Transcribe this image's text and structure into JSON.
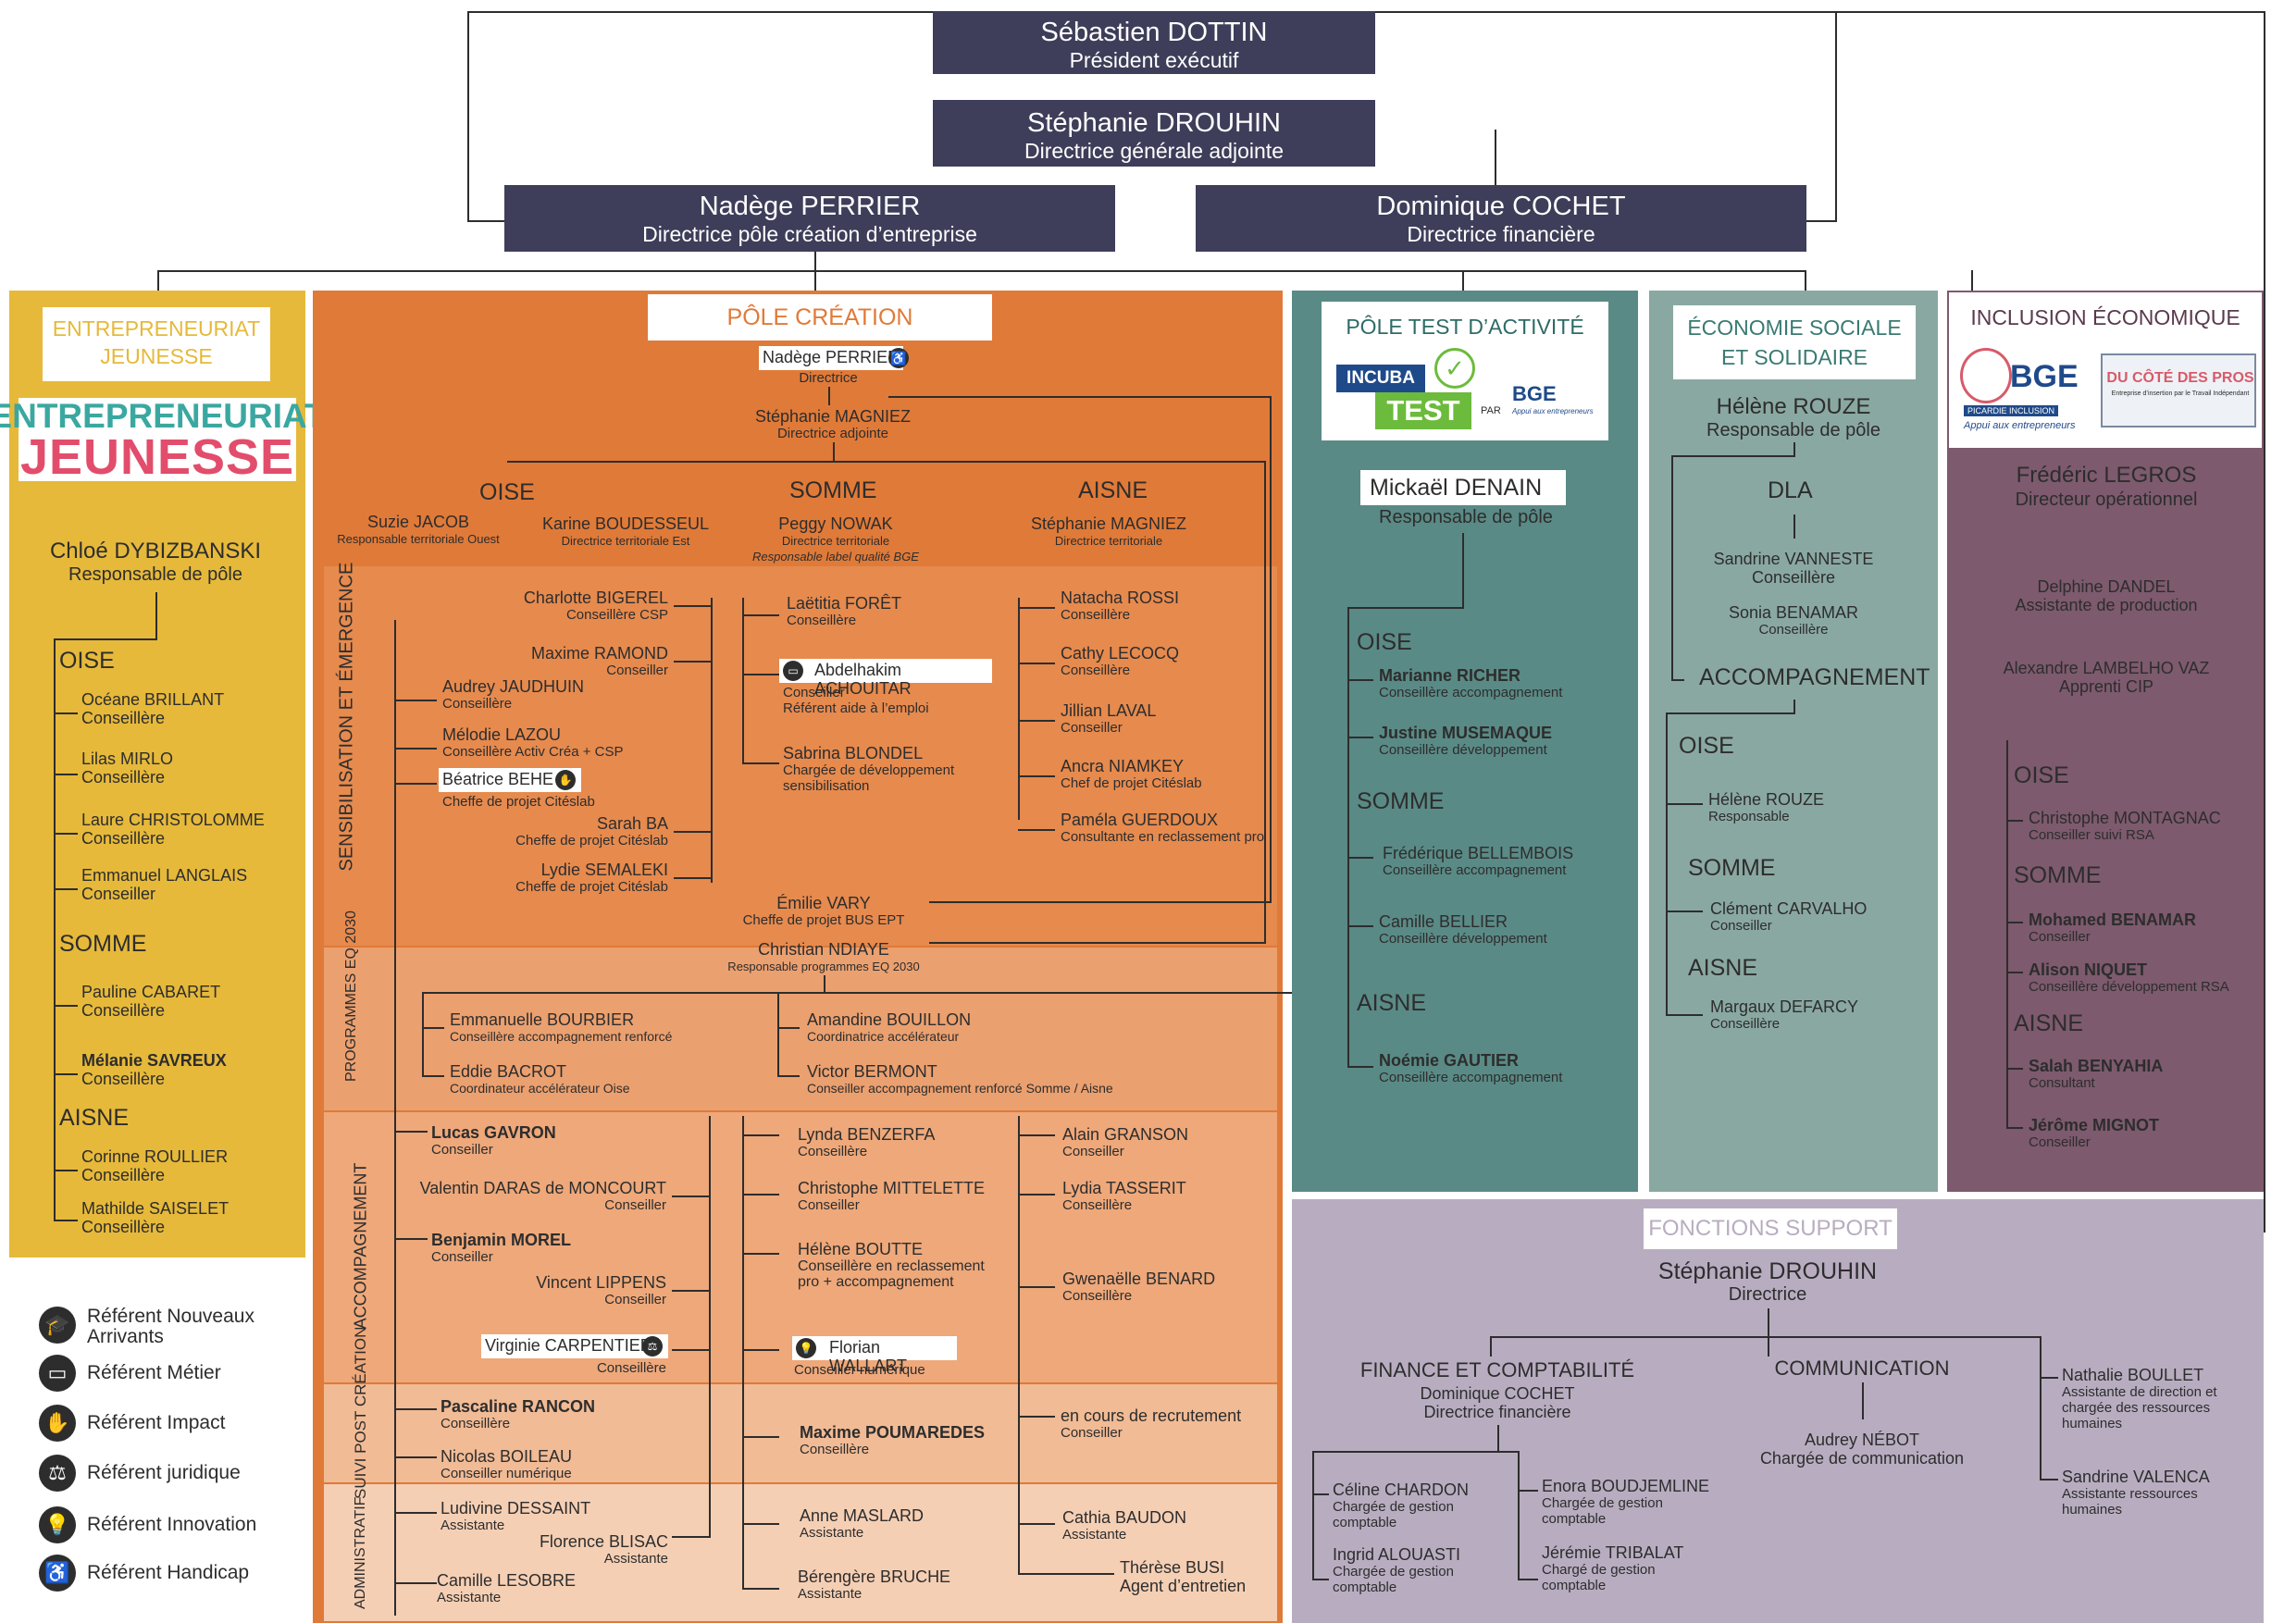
{
  "top": {
    "president": {
      "name": "Sébastien DOTTIN",
      "role": "Président exécutif"
    },
    "dga": {
      "name": "Stéphanie DROUHIN",
      "role": "Directrice générale adjointe"
    },
    "perrier": {
      "name": "Nadège PERRIER",
      "role": "Directrice pôle création d’entreprise"
    },
    "cochet": {
      "name": "Dominique COCHET",
      "role": "Directrice financière"
    }
  },
  "jeunesse": {
    "title": "ENTREPRENEURIAT\nJEUNESSE",
    "logo_line1": "ENTREPRENEURIAT",
    "logo_line2": "JEUNESSE",
    "head": {
      "name": "Chloé DYBIZBANSKI",
      "role": "Responsable de pôle"
    },
    "oise": "OISE",
    "somme": "SOMME",
    "aisne": "AISNE",
    "people": [
      {
        "name": "Océane BRILLANT",
        "role": "Conseillère"
      },
      {
        "name": "Lilas MIRLO",
        "role": "Conseillère"
      },
      {
        "name": "Laure CHRISTOLOMME",
        "role": "Conseillère"
      },
      {
        "name": "Emmanuel LANGLAIS",
        "role": "Conseiller"
      },
      {
        "name": "Pauline CABARET",
        "role": "Conseillère"
      },
      {
        "name": "Mélanie SAVREUX",
        "role": "Conseillère"
      },
      {
        "name": "Corinne ROULLIER",
        "role": "Conseillère"
      },
      {
        "name": "Mathilde SAISELET",
        "role": "Conseillère"
      }
    ]
  },
  "creation": {
    "title": "PÔLE CRÉATION D’ENTREPRISE",
    "director": {
      "name": "Nadège PERRIER",
      "role": "Directrice"
    },
    "adjointe": {
      "name": "Stéphanie MAGNIEZ",
      "role": "Directrice adjointe"
    },
    "oise": "OISE",
    "somme": "SOMME",
    "aisne": "AISNE",
    "jacob": {
      "name": "Suzie JACOB",
      "role": "Responsable territoriale Ouest"
    },
    "boudesseul": {
      "name": "Karine BOUDESSEUL",
      "role": "Directrice territoriale Est"
    },
    "nowak": {
      "name": "Peggy NOWAK",
      "role": "Directrice territoriale",
      "extra": "Responsable label qualité BGE"
    },
    "magniez2": {
      "name": "Stéphanie MAGNIEZ",
      "role": "Directrice territoriale"
    },
    "sections": {
      "sens": "SENSIBILISATION ET ÉMERGENCE",
      "prog": "PROGRAMMES EQ 2030",
      "acc": "ACCOMPAGNEMENT",
      "suivi": "SUIVI POST CRÉATION",
      "admin": "ADMINISTRATIF"
    },
    "sens_left": [
      {
        "name": "Charlotte BIGEREL",
        "role": "Conseillère CSP"
      },
      {
        "name": "Maxime RAMOND",
        "role": "Conseiller"
      },
      {
        "name": "Sarah BA",
        "role": "Cheffe de projet Citéslab"
      },
      {
        "name": "Lydie SEMALEKI",
        "role": "Cheffe de projet Citéslab"
      }
    ],
    "sens_oise": [
      {
        "name": "Audrey JAUDHUIN",
        "role": "Conseillère"
      },
      {
        "name": "Mélodie LAZOU",
        "role": "Conseillère Activ Créa + CSP"
      },
      {
        "name": "Béatrice BEHE",
        "role": "Cheffe de projet Citéslab"
      }
    ],
    "sens_somme": [
      {
        "name": "Laëtitia FORÊT",
        "role": "Conseillère"
      },
      {
        "name": "Abdelhakim ACHOUITAR",
        "role": "Conseiller",
        "extra": "Référent aide à l’emploi"
      },
      {
        "name": "Sabrina BLONDEL",
        "role": "Chargée de développement",
        "extra": "sensibilisation"
      }
    ],
    "sens_aisne": [
      {
        "name": "Natacha ROSSI",
        "role": "Conseillère"
      },
      {
        "name": "Cathy LECOCQ",
        "role": "Conseillère"
      },
      {
        "name": "Jillian LAVAL",
        "role": "Conseiller"
      },
      {
        "name": "Ancra NIAMKEY",
        "role": "Chef de projet Citéslab"
      },
      {
        "name": "Paméla GUERDOUX",
        "role": "Consultante en reclassement pro"
      }
    ],
    "vary": {
      "name": "Émilie VARY",
      "role": "Cheffe de projet BUS EPT"
    },
    "ndiaye": {
      "name": "Christian NDIAYE",
      "role": "Responsable programmes EQ 2030"
    },
    "prog": [
      {
        "name": "Emmanuelle BOURBIER",
        "role": "Conseillère accompagnement renforcé"
      },
      {
        "name": "Eddie BACROT",
        "role": "Coordinateur accélérateur Oise"
      },
      {
        "name": "Amandine BOUILLON",
        "role": "Coordinatrice accélérateur"
      },
      {
        "name": "Victor BERMONT",
        "role": "Conseiller accompagnement renforcé Somme / Aisne"
      }
    ],
    "acc_oise": [
      {
        "name": "Lucas GAVRON",
        "role": "Conseiller"
      },
      {
        "name": "Valentin DARAS de MONCOURT",
        "role": "Conseiller"
      },
      {
        "name": "Benjamin MOREL",
        "role": "Conseiller"
      },
      {
        "name": "Vincent LIPPENS",
        "role": "Conseiller"
      },
      {
        "name": "Virginie CARPENTIER",
        "role": "Conseillère"
      }
    ],
    "acc_somme": [
      {
        "name": "Lynda BENZERFA",
        "role": "Conseillère"
      },
      {
        "name": "Christophe MITTELETTE",
        "role": "Conseiller"
      },
      {
        "name": "Hélène BOUTTE",
        "role": "Conseillère en reclassement",
        "extra": "pro + accompagnement"
      },
      {
        "name": "Florian WALLART",
        "role": "Conseiller numérique"
      }
    ],
    "acc_aisne": [
      {
        "name": "Alain GRANSON",
        "role": "Conseiller"
      },
      {
        "name": "Lydia TASSERIT",
        "role": "Conseillère"
      },
      {
        "name": "Gwenaëlle BENARD",
        "role": "Conseillère"
      }
    ],
    "suivi": [
      {
        "name": "Pascaline RANCON",
        "role": "Conseillère"
      },
      {
        "name": "Nicolas BOILEAU",
        "role": "Conseiller numérique"
      },
      {
        "name": "Maxime POUMAREDES",
        "role": "Conseillère"
      },
      {
        "name": "en cours de recrutement",
        "role": "Conseiller"
      }
    ],
    "admin": [
      {
        "name": "Ludivine DESSAINT",
        "role": "Assistante"
      },
      {
        "name": "Florence BLISAC",
        "role": "Assistante"
      },
      {
        "name": "Camille LESOBRE",
        "role": "Assistante"
      },
      {
        "name": "Anne MASLARD",
        "role": "Assistante"
      },
      {
        "name": "Bérengère BRUCHE",
        "role": "Assistante"
      },
      {
        "name": "Cathia BAUDON",
        "role": "Assistante"
      },
      {
        "name": "Thérèse BUSI",
        "role": "Agent d’entretien"
      }
    ]
  },
  "test": {
    "title": "PÔLE TEST D’ACTIVITÉ",
    "logo_incuba": "INCUBA",
    "logo_test": "TEST",
    "logo_par": "PAR",
    "logo_bge": "BGE",
    "logo_bge_sub": "Appui aux entrepreneurs",
    "head": {
      "name": "Mickaël DENAIN",
      "role": "Responsable de pôle"
    },
    "oise": "OISE",
    "somme": "SOMME",
    "aisne": "AISNE",
    "people": [
      {
        "name": "Marianne RICHER",
        "role": "Conseillère accompagnement"
      },
      {
        "name": "Justine MUSEMAQUE",
        "role": "Conseillère développement"
      },
      {
        "name": "Frédérique BELLEMBOIS",
        "role": "Conseillère accompagnement"
      },
      {
        "name": "Camille BELLIER",
        "role": "Conseillère développement"
      },
      {
        "name": "Noémie GAUTIER",
        "role": "Conseillère accompagnement"
      }
    ]
  },
  "ess": {
    "title": "ÉCONOMIE SOCIALE\nET SOLIDAIRE",
    "head": {
      "name": "Hélène ROUZE",
      "role": "Responsable de pôle"
    },
    "dla": "DLA",
    "acc": "ACCOMPAGNEMENT",
    "oise": "OISE",
    "somme": "SOMME",
    "aisne": "AISNE",
    "people": [
      {
        "name": "Sandrine VANNESTE",
        "role": "Conseillère"
      },
      {
        "name": "Sonia BENAMAR",
        "role": "Conseillère"
      },
      {
        "name": "Hélène ROUZE",
        "role": "Responsable"
      },
      {
        "name": "Clément CARVALHO",
        "role": "Conseiller"
      },
      {
        "name": "Margaux DEFARCY",
        "role": "Conseillère"
      }
    ]
  },
  "inclusion": {
    "title": "INCLUSION ÉCONOMIQUE",
    "logo_bge": "BGE",
    "logo_bge_sub": "PICARDIE INCLUSION",
    "logo_bge_sub2": "Appui aux entrepreneurs",
    "logo_dcdp": "DU CÔTÉ DES PROS",
    "logo_dcdp_sub": "Entreprise d’insertion par le Travail Indépendant",
    "head": {
      "name": "Frédéric LEGROS",
      "role": "Directeur opérationnel"
    },
    "dandel": {
      "name": "Delphine DANDEL",
      "role": "Assistante de production"
    },
    "lambelho": {
      "name": "Alexandre LAMBELHO VAZ",
      "role": "Apprenti CIP"
    },
    "oise": "OISE",
    "somme": "SOMME",
    "aisne": "AISNE",
    "people": [
      {
        "name": "Christophe MONTAGNAC",
        "role": "Conseiller suivi RSA"
      },
      {
        "name": "Mohamed BENAMAR",
        "role": "Conseiller"
      },
      {
        "name": "Alison NIQUET",
        "role": "Conseillère développement RSA"
      },
      {
        "name": "Salah BENYAHIA",
        "role": "Consultant"
      },
      {
        "name": "Jérôme MIGNOT",
        "role": "Conseiller"
      }
    ]
  },
  "support": {
    "title": "FONCTIONS SUPPORT",
    "head": {
      "name": "Stéphanie DROUHIN",
      "role": "Directrice"
    },
    "finance": {
      "title": "FINANCE ET COMPTABILITÉ",
      "name": "Dominique COCHET",
      "role": "Directrice financière"
    },
    "comm": {
      "title": "COMMUNICATION",
      "name": "Audrey NÉBOT",
      "role": "Chargée de communication"
    },
    "boullet": {
      "name": "Nathalie BOULLET",
      "role": "Assistante de direction et\nchargée des ressources\nhumaines"
    },
    "valenca": {
      "name": "Sandrine VALENCA",
      "role": "Assistante ressources\nhumaines"
    },
    "compta": [
      {
        "name": "Céline CHARDON",
        "role": "Chargée de gestion\ncomptable"
      },
      {
        "name": "Ingrid ALOUASTI",
        "role": "Chargée de gestion\ncomptable"
      },
      {
        "name": "Enora BOUDJEMLINE",
        "role": "Chargée de gestion\ncomptable"
      },
      {
        "name": "Jérémie TRIBALAT",
        "role": "Chargé de gestion\ncomptable"
      }
    ]
  },
  "legend": [
    {
      "icon": "graduation-cap-icon",
      "label": "Référent Nouveaux\nArrivants"
    },
    {
      "icon": "briefcase-icon",
      "label": "Référent Métier"
    },
    {
      "icon": "handshake-icon",
      "label": "Référent Impact"
    },
    {
      "icon": "gavel-icon",
      "label": "Référent juridique"
    },
    {
      "icon": "lightbulb-icon",
      "label": "Référent Innovation"
    },
    {
      "icon": "wheelchair-icon",
      "label": "Référent Handicap"
    }
  ],
  "colors": {
    "dark": "#3e3e5a",
    "jeunesse": "#e6b93a",
    "creation": "#e07a38",
    "test": "#5a8a86",
    "ess": "#8aa8a2",
    "inclusion": "#7d5a6e",
    "support": "#b8adc0"
  }
}
